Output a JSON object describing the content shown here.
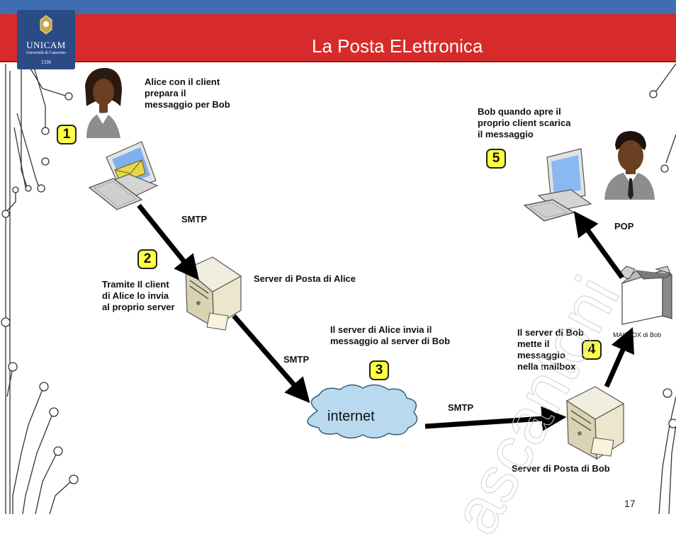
{
  "header": {
    "title": "La Posta ELettronica",
    "logo": {
      "name": "UNICAM",
      "subtitle": "Università di Camerino",
      "year": "1336"
    }
  },
  "labels": {
    "alice_prepares": [
      "Alice con il client",
      "prepara il",
      "messaggio per Bob"
    ],
    "bob_downloads": [
      "Bob quando apre il",
      "proprio client scarica",
      "il messaggio"
    ],
    "smtp_1": "SMTP",
    "pop": "POP",
    "alice_client_sends": [
      "Tramite Il client",
      "di Alice lo invia",
      "al proprio server"
    ],
    "alice_server": "Server di Posta di Alice",
    "alice_server_sends": [
      "Il server di Alice invia il",
      "messaggio al server di Bob"
    ],
    "smtp_2": "SMTP",
    "bob_server_puts": [
      "Il server di Bob",
      "mette il",
      "messaggio",
      "nella mailbox"
    ],
    "smtp_3": "SMTP",
    "bob_server": "Server di Posta di Bob",
    "internet": "internet",
    "mailbox": "MAILBOX di Bob"
  },
  "steps": [
    "1",
    "2",
    "3",
    "4",
    "5"
  ],
  "page_number": "17",
  "watermark": "ascantoni",
  "colors": {
    "header": "#d72a2a",
    "header_strip": "#3f6eb0",
    "badge": "#ffff44",
    "cloud": "#b9d9ee",
    "arrow": "#000000"
  }
}
